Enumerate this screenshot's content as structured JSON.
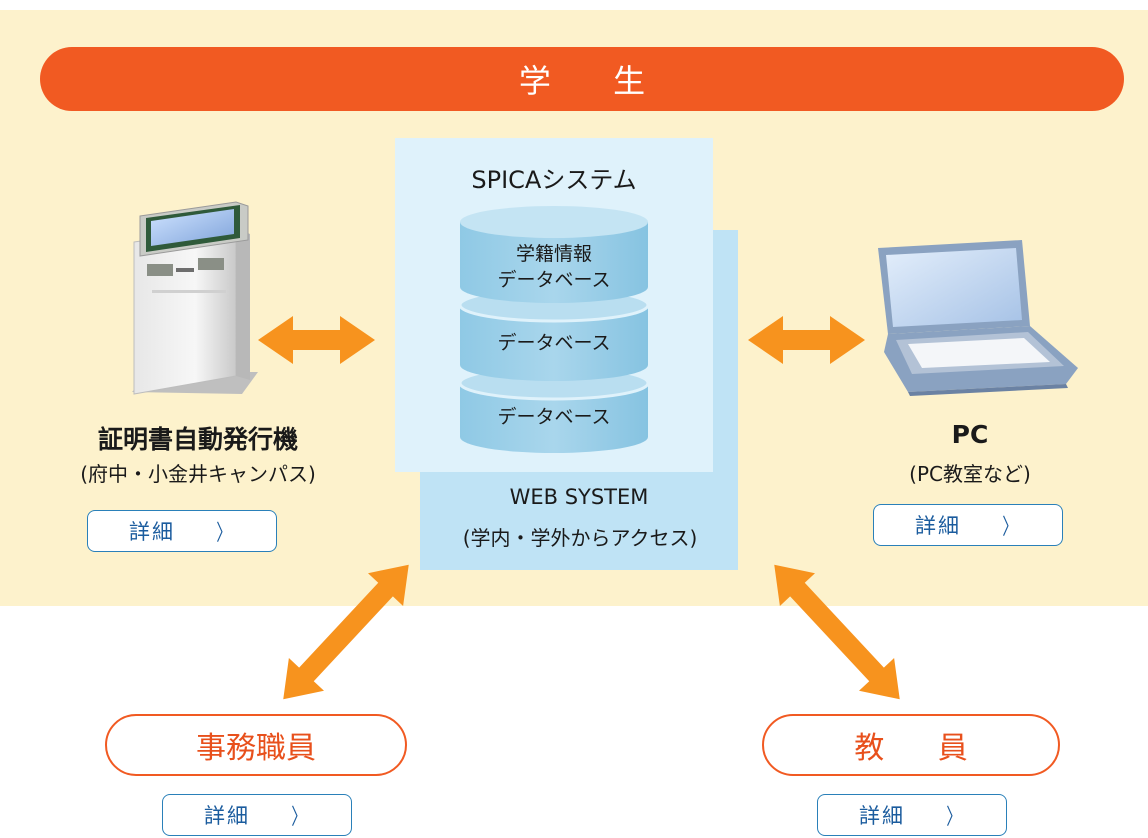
{
  "student_banner": "学 生",
  "spica": {
    "title": "SPICAシステム",
    "databases": [
      {
        "line1": "学籍情報",
        "line2": "データベース"
      },
      {
        "line1": "",
        "line2": "データベース"
      },
      {
        "line1": "",
        "line2": "データベース"
      }
    ]
  },
  "web": {
    "title": "WEB SYSTEM",
    "subtitle": "(学内・学外からアクセス)"
  },
  "kiosk": {
    "title": "証明書自動発行機",
    "subtitle": "(府中・小金井キャンパス)",
    "detail_label": "詳細"
  },
  "pc": {
    "title": "PC",
    "subtitle": "(PC教室など)",
    "detail_label": "詳細"
  },
  "staff": {
    "label": "事務職員",
    "detail_label": "詳細"
  },
  "faculty": {
    "label": "教 員",
    "detail_label": "詳細"
  },
  "colors": {
    "orange": "#f15a22",
    "arrow": "#f7931e",
    "yellow_bg": "#fdf2cc",
    "db_blue": "#8cc8e4",
    "link_blue": "#2a80b9"
  }
}
